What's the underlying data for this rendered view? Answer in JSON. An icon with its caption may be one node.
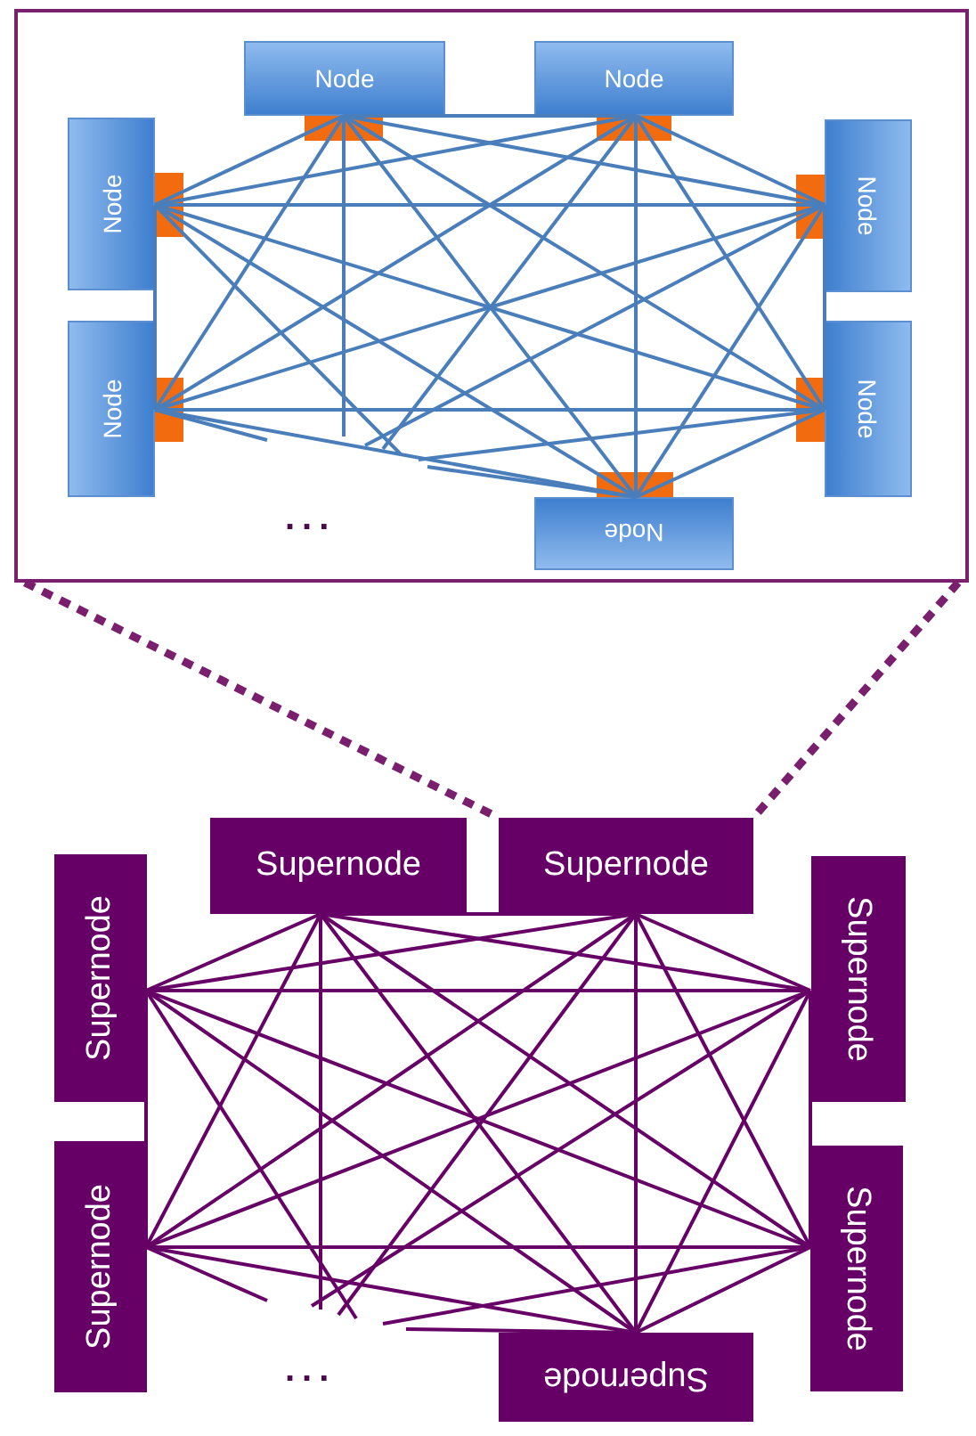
{
  "diagram": {
    "nodes": [
      {
        "text": [],
        "shape": "box"
      },
      {
        "text": [
          "Node"
        ],
        "in": 0
      },
      {
        "text": [
          "Node"
        ],
        "in": 0
      },
      {
        "text": [
          "Node"
        ],
        "in": 0
      },
      {
        "text": [
          "Node"
        ],
        "in": 0
      },
      {
        "text": [
          "Node"
        ],
        "in": 0
      },
      {
        "text": [
          "Node"
        ],
        "in": 0
      },
      {
        "text": [
          "Node"
        ],
        "in": 0
      },
      {
        "text": [
          "Supernode"
        ]
      },
      {
        "text": [
          "Supernode"
        ]
      },
      {
        "text": [
          "Supernode"
        ]
      },
      {
        "text": [
          "Supernode"
        ]
      },
      {
        "text": [
          "Supernode"
        ]
      },
      {
        "text": [
          "Supernode"
        ]
      },
      {
        "text": [
          "Supernode"
        ]
      }
    ],
    "edges": [
      {
        "from": 1,
        "to": 2,
        "arrow": "none",
        "color": "#4a7ebb"
      },
      {
        "from": 1,
        "to": 3,
        "arrow": "none",
        "color": "#4a7ebb"
      },
      {
        "from": 1,
        "to": 4,
        "arrow": "none",
        "color": "#4a7ebb"
      },
      {
        "from": 1,
        "to": 5,
        "arrow": "none",
        "color": "#4a7ebb"
      },
      {
        "from": 1,
        "to": 6,
        "arrow": "none",
        "color": "#4a7ebb"
      },
      {
        "from": 1,
        "to": 7,
        "arrow": "none",
        "color": "#4a7ebb"
      },
      {
        "from": 2,
        "to": 3,
        "arrow": "none",
        "color": "#4a7ebb"
      },
      {
        "from": 2,
        "to": 4,
        "arrow": "none",
        "color": "#4a7ebb"
      },
      {
        "from": 2,
        "to": 5,
        "arrow": "none",
        "color": "#4a7ebb"
      },
      {
        "from": 2,
        "to": 6,
        "arrow": "none",
        "color": "#4a7ebb"
      },
      {
        "from": 2,
        "to": 7,
        "arrow": "none",
        "color": "#4a7ebb"
      },
      {
        "from": 3,
        "to": 4,
        "arrow": "none",
        "color": "#4a7ebb"
      },
      {
        "from": 3,
        "to": 5,
        "arrow": "none",
        "color": "#4a7ebb"
      },
      {
        "from": 3,
        "to": 6,
        "arrow": "none",
        "color": "#4a7ebb"
      },
      {
        "from": 3,
        "to": 7,
        "arrow": "none",
        "color": "#4a7ebb"
      },
      {
        "from": 4,
        "to": 5,
        "arrow": "none",
        "color": "#4a7ebb"
      },
      {
        "from": 4,
        "to": 6,
        "arrow": "none",
        "color": "#4a7ebb"
      },
      {
        "from": 4,
        "to": 7,
        "arrow": "none",
        "color": "#4a7ebb"
      },
      {
        "from": 5,
        "to": 6,
        "arrow": "none",
        "color": "#4a7ebb"
      },
      {
        "from": 5,
        "to": 7,
        "arrow": "none",
        "color": "#4a7ebb"
      },
      {
        "from": 6,
        "to": 7,
        "arrow": "none",
        "color": "#4a7ebb"
      },
      {
        "from": 1,
        "to": null,
        "arrow": "none",
        "color": "#4a7ebb"
      },
      {
        "from": 2,
        "to": null,
        "arrow": "none",
        "color": "#4a7ebb"
      },
      {
        "from": 3,
        "to": null,
        "arrow": "none",
        "color": "#4a7ebb"
      },
      {
        "from": 4,
        "to": null,
        "arrow": "none",
        "color": "#4a7ebb"
      },
      {
        "from": 5,
        "to": null,
        "arrow": "none",
        "color": "#4a7ebb"
      },
      {
        "from": 6,
        "to": null,
        "arrow": "none",
        "color": "#4a7ebb"
      },
      {
        "from": 7,
        "to": null,
        "arrow": "none",
        "color": "#4a7ebb"
      },
      {
        "from": 8,
        "to": 9,
        "arrow": "none",
        "color": "#660066"
      },
      {
        "from": 8,
        "to": 10,
        "arrow": "none",
        "color": "#660066"
      },
      {
        "from": 8,
        "to": 11,
        "arrow": "none",
        "color": "#660066"
      },
      {
        "from": 8,
        "to": 12,
        "arrow": "none",
        "color": "#660066"
      },
      {
        "from": 8,
        "to": 13,
        "arrow": "none",
        "color": "#660066"
      },
      {
        "from": 8,
        "to": 14,
        "arrow": "none",
        "color": "#660066"
      },
      {
        "from": 9,
        "to": 10,
        "arrow": "none",
        "color": "#660066"
      },
      {
        "from": 9,
        "to": 11,
        "arrow": "none",
        "color": "#660066"
      },
      {
        "from": 9,
        "to": 12,
        "arrow": "none",
        "color": "#660066"
      },
      {
        "from": 9,
        "to": 13,
        "arrow": "none",
        "color": "#660066"
      },
      {
        "from": 9,
        "to": 14,
        "arrow": "none",
        "color": "#660066"
      },
      {
        "from": 10,
        "to": 11,
        "arrow": "none",
        "color": "#660066"
      },
      {
        "from": 10,
        "to": 12,
        "arrow": "none",
        "color": "#660066"
      },
      {
        "from": 10,
        "to": 13,
        "arrow": "none",
        "color": "#660066"
      },
      {
        "from": 10,
        "to": 14,
        "arrow": "none",
        "color": "#660066"
      },
      {
        "from": 11,
        "to": 12,
        "arrow": "none",
        "color": "#660066"
      },
      {
        "from": 11,
        "to": 13,
        "arrow": "none",
        "color": "#660066"
      },
      {
        "from": 11,
        "to": 14,
        "arrow": "none",
        "color": "#660066"
      },
      {
        "from": 12,
        "to": 13,
        "arrow": "none",
        "color": "#660066"
      },
      {
        "from": 12,
        "to": 14,
        "arrow": "none",
        "color": "#660066"
      },
      {
        "from": 13,
        "to": 14,
        "arrow": "none",
        "color": "#660066"
      },
      {
        "from": 8,
        "to": null,
        "arrow": "none",
        "color": "#660066"
      },
      {
        "from": 9,
        "to": null,
        "arrow": "none",
        "color": "#660066"
      },
      {
        "from": 10,
        "to": null,
        "arrow": "none",
        "color": "#660066"
      },
      {
        "from": 11,
        "to": null,
        "arrow": "none",
        "color": "#660066"
      },
      {
        "from": 12,
        "to": null,
        "arrow": "none",
        "color": "#660066"
      },
      {
        "from": 13,
        "to": null,
        "arrow": "none",
        "color": "#660066"
      },
      {
        "from": 14,
        "to": null,
        "arrow": "none",
        "color": "#660066"
      },
      {
        "from": 0,
        "to": 9,
        "arrow": "none",
        "style": "dashed",
        "color": "#7a1f6e"
      },
      {
        "from": 0,
        "to": 9,
        "arrow": "none",
        "style": "dashed",
        "color": "#7a1f6e"
      }
    ],
    "labels": [
      "...",
      "..."
    ]
  }
}
